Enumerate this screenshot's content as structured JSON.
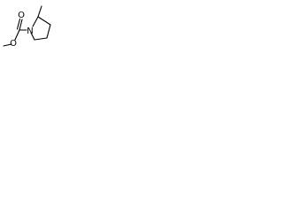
{
  "molecule": {
    "atoms": {
      "nitrogen": "N",
      "carbonyl_oxygen": "O",
      "ester_oxygen": "O"
    },
    "colors": {
      "bond": "#000000",
      "label": "#000000",
      "background": "#ffffff"
    }
  }
}
